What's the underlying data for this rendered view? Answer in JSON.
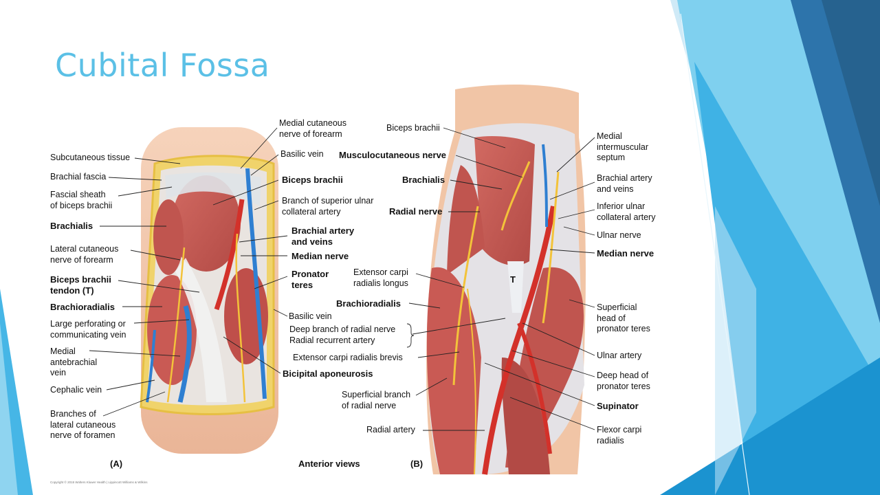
{
  "slide": {
    "title": "Cubital Fossa",
    "copyright": "Copyright © 2015 Wolters Kluwer Health | Lippincott Williams & Wilkins",
    "panel_a_letter": "(A)",
    "panel_b_letter": "(B)",
    "view_caption": "Anterior views"
  },
  "labels_a": [
    {
      "text": "Medial cutaneous\nnerve of forearm",
      "bold": false
    },
    {
      "text": "Subcutaneous tissue",
      "bold": false
    },
    {
      "text": "Basilic vein",
      "bold": false
    },
    {
      "text": "Brachial fascia",
      "bold": false
    },
    {
      "text": "Biceps brachii",
      "bold": true
    },
    {
      "text": "Fascial sheath\nof biceps brachii",
      "bold": false
    },
    {
      "text": "Branch of superior ulnar\ncollateral artery",
      "bold": false
    },
    {
      "text": "Brachialis",
      "bold": true
    },
    {
      "text": "Brachial artery\nand veins",
      "bold": true
    },
    {
      "text": "Lateral cutaneous\nnerve of forearm",
      "bold": false
    },
    {
      "text": "Median nerve",
      "bold": true
    },
    {
      "text": "Pronator\nteres",
      "bold": true
    },
    {
      "text": "Biceps brachii\ntendon (T)",
      "bold": true
    },
    {
      "text": "Brachioradialis",
      "bold": true
    },
    {
      "text": "Basilic vein",
      "bold": false
    },
    {
      "text": "Large perforating or\ncommunicating vein",
      "bold": false
    },
    {
      "text": "Medial\nantebrachial\nvein",
      "bold": false
    },
    {
      "text": "Bicipital aponeurosis",
      "bold": true
    },
    {
      "text": "Cephalic vein",
      "bold": false
    },
    {
      "text": "Branches of\nlateral cutaneous\nnerve of foramen",
      "bold": false
    }
  ],
  "labels_b": [
    {
      "text": "Biceps brachii",
      "bold": false
    },
    {
      "text": "Medial\nintermuscular\nseptum",
      "bold": false
    },
    {
      "text": "Musculocutaneous nerve",
      "bold": true
    },
    {
      "text": "Brachialis",
      "bold": true
    },
    {
      "text": "Brachial artery\nand veins",
      "bold": false
    },
    {
      "text": "Radial nerve",
      "bold": true
    },
    {
      "text": "Inferior ulnar\ncollateral artery",
      "bold": false
    },
    {
      "text": "Ulnar nerve",
      "bold": false
    },
    {
      "text": "Median nerve",
      "bold": true
    },
    {
      "text": "Extensor carpi\nradialis longus",
      "bold": false
    },
    {
      "text": "T",
      "bold": true
    },
    {
      "text": "Brachioradialis",
      "bold": true
    },
    {
      "text": "Superficial\nhead of\npronator teres",
      "bold": false
    },
    {
      "text": "Deep branch of radial nerve\nRadial recurrent artery",
      "bold": false
    },
    {
      "text": "Extensor carpi radialis brevis",
      "bold": false
    },
    {
      "text": "Ulnar artery",
      "bold": false
    },
    {
      "text": "Deep head of\npronator teres",
      "bold": false
    },
    {
      "text": "Superficial branch\nof radial nerve",
      "bold": false
    },
    {
      "text": "Supinator",
      "bold": true
    },
    {
      "text": "Radial artery",
      "bold": false
    },
    {
      "text": "Flexor carpi\nradialis",
      "bold": false
    }
  ],
  "colors": {
    "title": "#5bc0e6",
    "muscle": "#c95a54",
    "muscle_dark": "#a8403c",
    "skin": "#f1c5a6",
    "fat": "#f0d36b",
    "nerve": "#f3c33a",
    "artery": "#d3312a",
    "vein": "#2f7fd1",
    "fascia": "#dfe3e8",
    "accent_blue_1": "#1f8fc9",
    "accent_blue_2": "#5cc3ea",
    "accent_blue_3": "#2b6fa3"
  }
}
